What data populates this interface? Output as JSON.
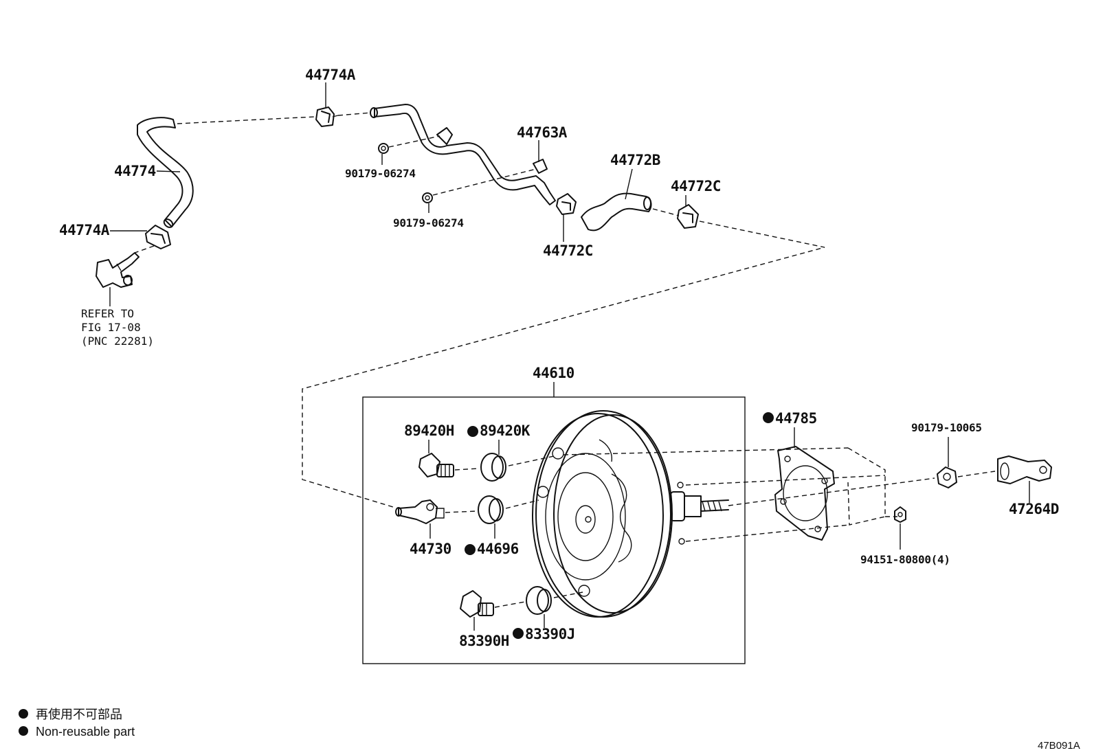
{
  "diagram": {
    "labels": {
      "p44774A_top": "44774A",
      "p44774": "44774",
      "p44774A_left": "44774A",
      "refer_line1": "REFER TO",
      "refer_line2": "FIG 17-08",
      "refer_line3": "(PNC 22281)",
      "p90179_a": "90179-06274",
      "p90179_b": "90179-06274",
      "p44763A": "44763A",
      "p44772B": "44772B",
      "p44772C_right": "44772C",
      "p44772C_low": "44772C",
      "p44610": "44610",
      "p89420H": "89420H",
      "p89420K": "89420K",
      "p44730": "44730",
      "p44696": "44696",
      "p83390H": "83390H",
      "p83390J": "83390J",
      "p44785": "44785",
      "p90179_10065": "90179-10065",
      "p47264D": "47264D",
      "p94151": "94151-80800(4)"
    },
    "legend": {
      "japanese": "再使用不可部品",
      "english": "Non-reusable part"
    },
    "figure_code": "47B091A"
  }
}
